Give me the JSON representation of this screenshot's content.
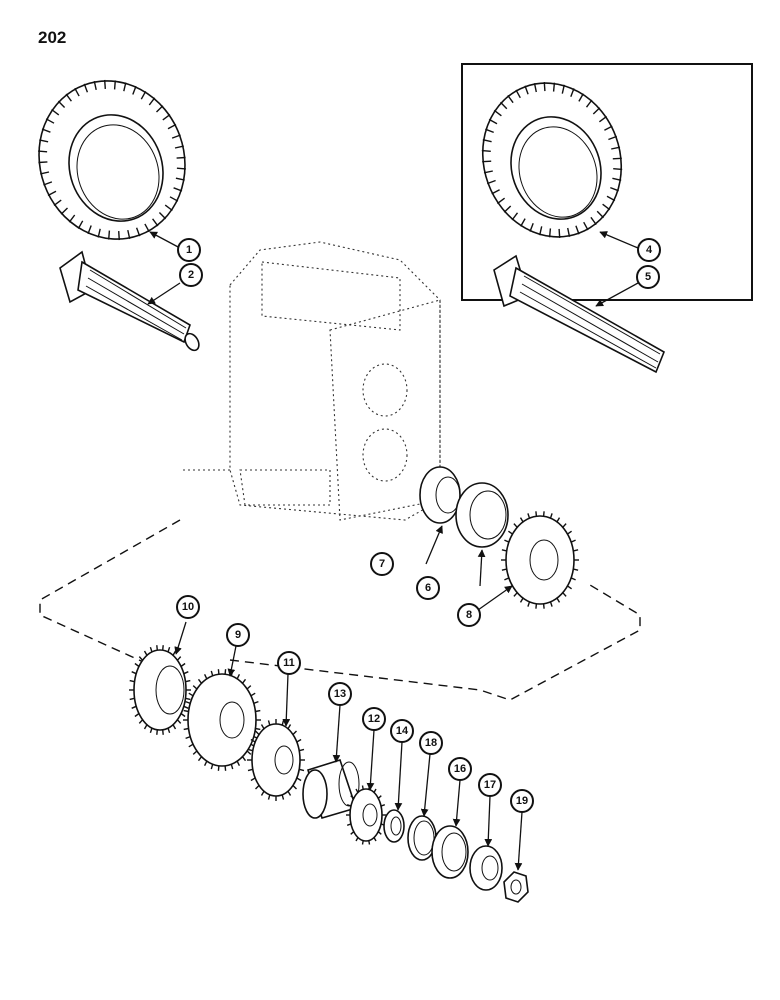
{
  "page": {
    "number": "202"
  },
  "diagram": {
    "callouts": [
      "1",
      "2",
      "4",
      "5",
      "6",
      "7",
      "8",
      "9",
      "10",
      "11",
      "12",
      "13",
      "14",
      "16",
      "17",
      "18",
      "19"
    ]
  },
  "colors": {
    "ink": "#111111",
    "paper": "#ffffff"
  }
}
